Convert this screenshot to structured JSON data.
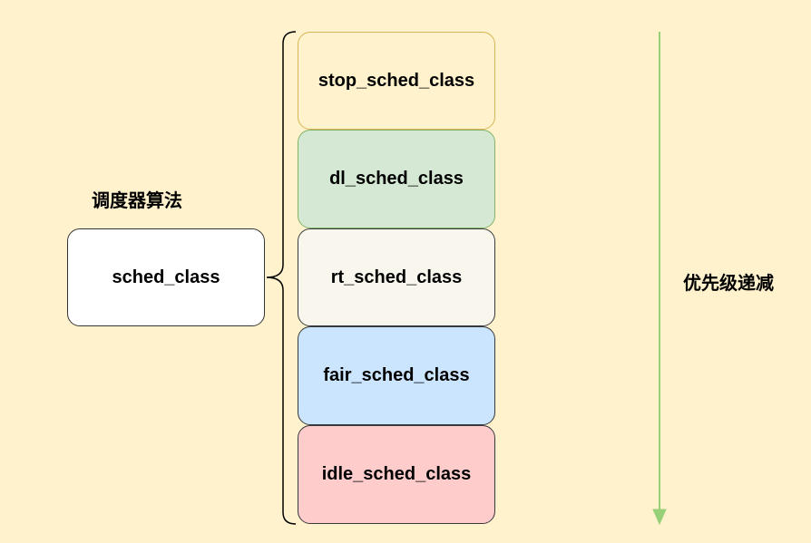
{
  "group_label": "调度器算法",
  "root": {
    "label": "sched_class",
    "fill": "#FFFFFF",
    "stroke": "#333333"
  },
  "classes": [
    {
      "label": "stop_sched_class",
      "fill": "#FFF2CC",
      "stroke": "#D6B656"
    },
    {
      "label": "dl_sched_class",
      "fill": "#D5E8D4",
      "stroke": "#82B366"
    },
    {
      "label": "rt_sched_class",
      "fill": "#F9F7ED",
      "stroke": "#36393D"
    },
    {
      "label": "fair_sched_class",
      "fill": "#CCE5FF",
      "stroke": "#36393D"
    },
    {
      "label": "idle_sched_class",
      "fill": "#FFCCCC",
      "stroke": "#36393D"
    }
  ],
  "priority_label": "优先级递减",
  "colors": {
    "background": "#FFF2CC",
    "arrow": "#97D077",
    "bracket": "#000000"
  }
}
